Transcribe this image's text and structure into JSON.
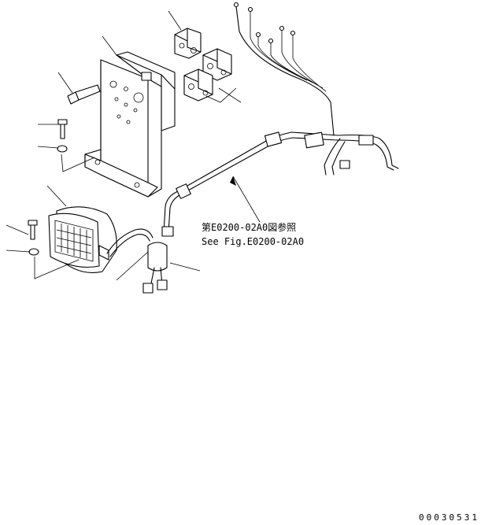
{
  "reference": {
    "japanese": "第E0200-02A0図参照",
    "english": "See Fig.E0200-02A0"
  },
  "drawing_number": "00030531",
  "colors": {
    "line": "#000000",
    "background": "#ffffff"
  }
}
